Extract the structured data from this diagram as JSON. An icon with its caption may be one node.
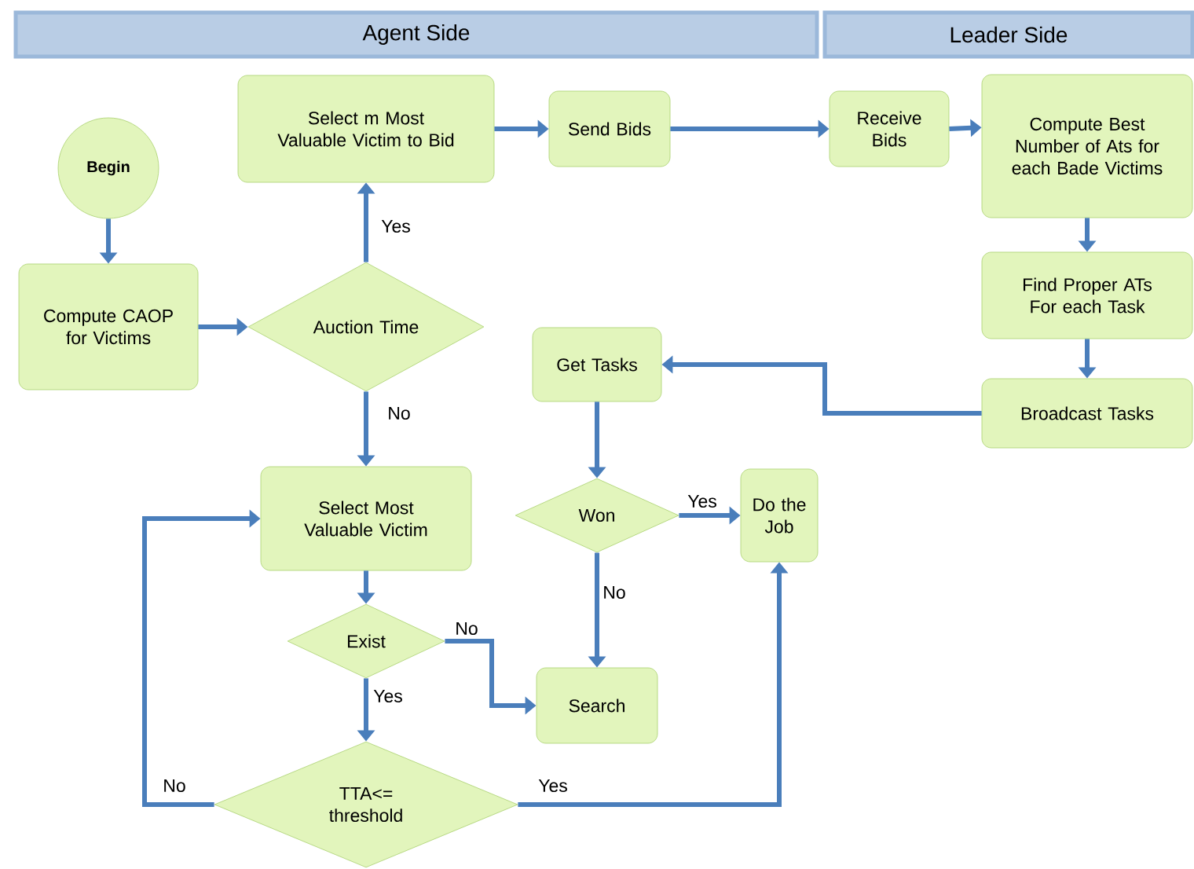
{
  "diagram": {
    "nodes": [
      {
        "text": [
          "Agent Side"
        ]
      },
      {
        "text": [
          "Leader Side"
        ]
      },
      {
        "text": [
          "Begin"
        ]
      },
      {
        "text": [
          "Select m Most Valuable Victim to Bid"
        ]
      },
      {
        "text": [
          "Send Bids"
        ]
      },
      {
        "text": [
          "Receive Bids"
        ]
      },
      {
        "text": [
          "Compute Best Number of Ats for each Bade Victims"
        ]
      },
      {
        "text": [
          "Compute CAOP for Victims"
        ]
      },
      {
        "text": [
          "Auction Time"
        ]
      },
      {
        "text": [
          "Find Proper ATs For each Task"
        ]
      },
      {
        "text": [
          "Get Tasks"
        ]
      },
      {
        "text": [
          "Broadcast Tasks"
        ]
      },
      {
        "text": [
          "Select Most Valuable Victim"
        ]
      },
      {
        "text": [
          "Won"
        ]
      },
      {
        "text": [
          "Do the Job"
        ]
      },
      {
        "text": [
          "Exist"
        ]
      },
      {
        "text": [
          "Search"
        ]
      },
      {
        "text": [
          "TTA<= threshold"
        ]
      }
    ],
    "edges": [
      {
        "from": 2,
        "to": 7,
        "arrow": "to"
      },
      {
        "from": 7,
        "to": 8,
        "arrow": "to"
      },
      {
        "from": 8,
        "to": 3,
        "arrow": "to",
        "label": "Yes"
      },
      {
        "from": 3,
        "to": 4,
        "arrow": "to"
      },
      {
        "from": 4,
        "to": 5,
        "arrow": "to"
      },
      {
        "from": 5,
        "to": 6,
        "arrow": "to"
      },
      {
        "from": 6,
        "to": 9,
        "arrow": "to"
      },
      {
        "from": 9,
        "to": 11,
        "arrow": "to"
      },
      {
        "from": 11,
        "to": 10,
        "arrow": "to"
      },
      {
        "from": 10,
        "to": 13,
        "arrow": "to"
      },
      {
        "from": 13,
        "to": 14,
        "arrow": "to",
        "label": "Yes"
      },
      {
        "from": 13,
        "to": 16,
        "arrow": "to",
        "label": "No"
      },
      {
        "from": 8,
        "to": 12,
        "arrow": "to",
        "label": "No"
      },
      {
        "from": 12,
        "to": 15,
        "arrow": "to"
      },
      {
        "from": 15,
        "to": 16,
        "arrow": "to",
        "label": "No"
      },
      {
        "from": 15,
        "to": 17,
        "arrow": "to",
        "label": "Yes"
      },
      {
        "from": 17,
        "to": 12,
        "arrow": "to",
        "label": "No"
      },
      {
        "from": 17,
        "to": 14,
        "arrow": "to",
        "label": "Yes"
      }
    ]
  }
}
